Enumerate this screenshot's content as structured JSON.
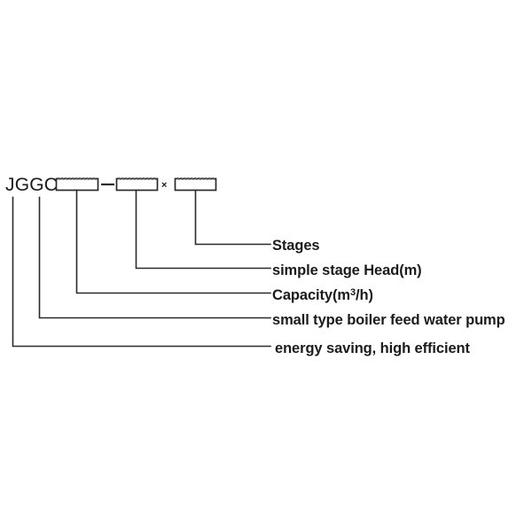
{
  "diagram": {
    "type": "model-designation-breakdown",
    "model_prefix": "JGGC",
    "separator_dash": "–",
    "multiply_symbol": "×",
    "placeholder_boxes": [
      {
        "id": "box-capacity",
        "label": ""
      },
      {
        "id": "box-head",
        "label": ""
      },
      {
        "id": "box-stages",
        "label": ""
      }
    ],
    "callouts": [
      {
        "id": "stages",
        "text": "Stages"
      },
      {
        "id": "single-stage-head",
        "text": "simple stage Head(m)"
      },
      {
        "id": "capacity",
        "text": "Capacity(m",
        "sup": "3",
        "text_after": "/h)"
      },
      {
        "id": "pump-type",
        "text": "small type boiler feed water pump"
      },
      {
        "id": "feature",
        "text": "energy saving, high efficient"
      }
    ],
    "colors": {
      "background": "#ffffff",
      "ink": "#1b1b1b",
      "line": "#2a2a2a",
      "hatch": "#6a6a6a"
    }
  }
}
